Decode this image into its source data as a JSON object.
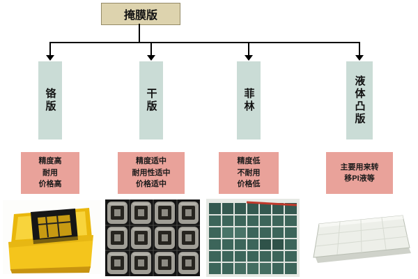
{
  "root": {
    "title": "掩膜版"
  },
  "branches": [
    {
      "label": "铬版",
      "desc": "精度高\n耐用\n价格高",
      "photo": "chrome-plate-photo"
    },
    {
      "label": "干版",
      "desc": "精度适中\n耐用性适中\n价格适中",
      "photo": "dry-plate-photo"
    },
    {
      "label": "菲林",
      "desc": "精度低\n不耐用\n价格低",
      "photo": "film-photo"
    },
    {
      "label": "液体凸版",
      "desc": "主要用来转\n移PI液等",
      "photo": "liquid-plate-photo"
    }
  ],
  "colors": {
    "root_box": "#ddd3ae",
    "branch_box": "#cadcd6",
    "desc_box": "#e9a29a",
    "line": "#000000"
  }
}
